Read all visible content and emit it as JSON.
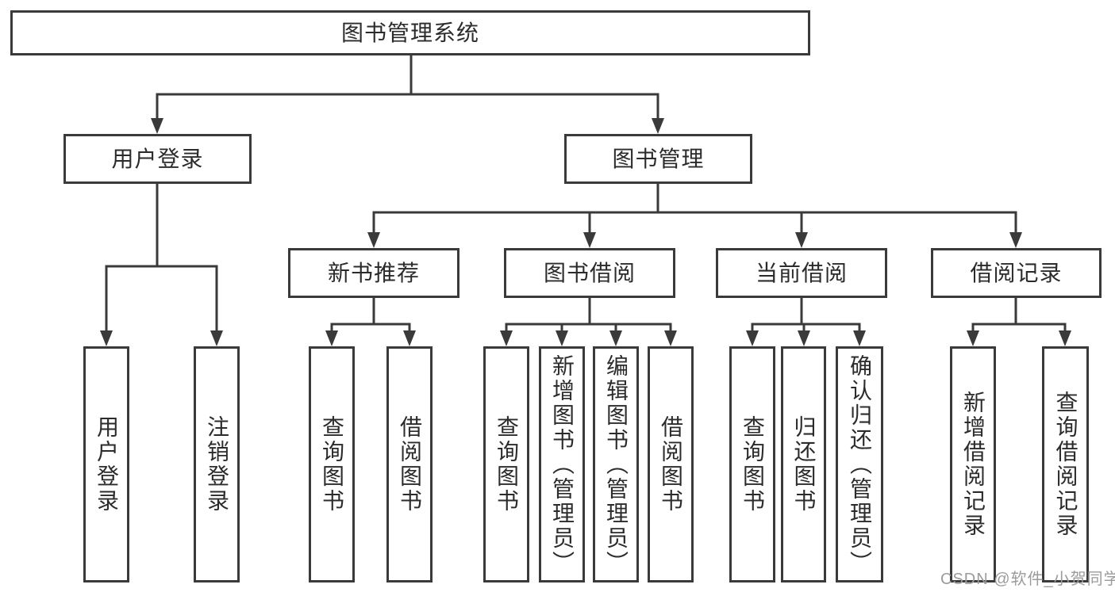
{
  "tree": {
    "root": {
      "label": "图书管理系统"
    },
    "branches": [
      {
        "label": "用户登录",
        "children": [
          {
            "label": "用户登录"
          },
          {
            "label": "注销登录"
          }
        ]
      },
      {
        "label": "图书管理",
        "children": [
          {
            "label": "新书推荐",
            "children": [
              {
                "label": "查询图书"
              },
              {
                "label": "借阅图书"
              }
            ]
          },
          {
            "label": "图书借阅",
            "children": [
              {
                "label": "查询图书"
              },
              {
                "label": "新增图书（管理员）"
              },
              {
                "label": "编辑图书（管理员）"
              },
              {
                "label": "借阅图书"
              }
            ]
          },
          {
            "label": "当前借阅",
            "children": [
              {
                "label": "查询图书"
              },
              {
                "label": "归还图书"
              },
              {
                "label": "确认归还（管理员）"
              }
            ]
          },
          {
            "label": "借阅记录",
            "children": [
              {
                "label": "新增借阅记录"
              },
              {
                "label": "查询借阅记录"
              }
            ]
          }
        ]
      }
    ]
  },
  "watermark": "CSDN @软件_小贺同学",
  "colors": {
    "line": "#3a3a3a",
    "text": "#2b2b2b",
    "watermark": "#9b9b9b",
    "background": "#ffffff"
  }
}
